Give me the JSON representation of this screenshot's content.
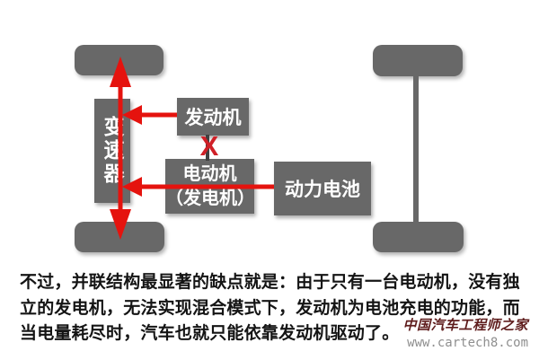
{
  "diagram": {
    "transmission_label": "变速器",
    "engine_label": "发动机",
    "motor_label": "电动机",
    "generator_label": "（发电机）",
    "battery_label": "动力电池",
    "cross_label": "X"
  },
  "caption": {
    "line1": "不过，并联结构最显著的缺点就是：由于只有一台电动机，没有独",
    "line2": "立的发电机，无法实现混合模式下，发动机为电池充电的功能，而",
    "line3": "当电量耗尽时，汽车也就只能依靠发动机驱动了。"
  },
  "watermark": {
    "site_name": "中国汽车工程师之家",
    "site_url": "www.cartech8.com"
  },
  "colors": {
    "box_gray": "#686868",
    "connector_gray": "#404040",
    "arrow_red": "#e5130e",
    "cross_red": "#d02027",
    "caption_black": "#141414",
    "watermark_red": "#5f1d1d",
    "watermark_gray": "#8f8f8f"
  }
}
